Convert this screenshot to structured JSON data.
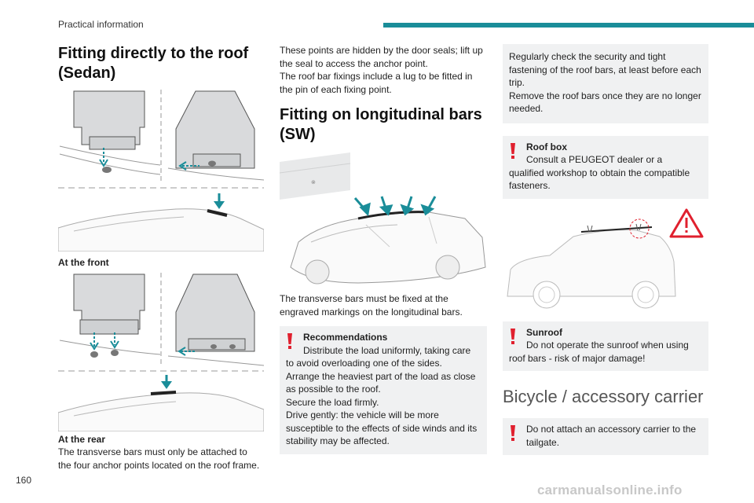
{
  "header": {
    "section": "Practical information",
    "page_number": "160",
    "accent_color": "#1a8d99"
  },
  "col1": {
    "title_line1": "Fitting directly to the roof",
    "title_line2": "(Sedan)",
    "caption_front": "At the front",
    "caption_rear_title": "At the rear",
    "caption_rear_line1": "The transverse bars must only be attached to",
    "caption_rear_line2": "the four anchor points located on the roof frame."
  },
  "col2": {
    "intro_line1": "These points are hidden by the door seals; lift up",
    "intro_line2": "the seal to access the anchor point.",
    "intro_line3": "The roof bar fixings include a lug to be fitted in",
    "intro_line4": "the pin of each fixing point.",
    "title_line1": "Fitting on longitudinal bars",
    "title_line2": "(SW)",
    "body_line1": "The transverse bars must be fixed at the",
    "body_line2": "engraved markings on the longitudinal bars.",
    "recommendations": {
      "title": "Recommendations",
      "lines": [
        "Distribute the load uniformly, taking care",
        "to avoid overloading one of the sides.",
        "Arrange the heaviest part of the load as close",
        "as possible to the roof.",
        "Secure the load firmly.",
        "Drive gently: the vehicle will be more",
        "susceptible to the effects of side winds and its",
        "stability may be affected."
      ]
    }
  },
  "col3": {
    "check_lines": [
      "Regularly check the security and tight",
      "fastening of the roof bars, at least before each",
      "trip.",
      "Remove the roof bars once they are no longer",
      "needed."
    ],
    "roof_box": {
      "title": "Roof box",
      "lines": [
        "Consult a PEUGEOT dealer or a",
        "qualified workshop to obtain the compatible",
        "fasteners."
      ]
    },
    "sunroof": {
      "title": "Sunroof",
      "lines": [
        "Do not operate the sunroof when using",
        "roof bars - risk of major damage!"
      ]
    },
    "carrier_title": "Bicycle / accessory carrier",
    "carrier_warning": {
      "lines": [
        "Do not attach an accessory carrier to the",
        "tailgate."
      ]
    }
  },
  "footer": {
    "watermark": "carmanualsonline.info"
  }
}
